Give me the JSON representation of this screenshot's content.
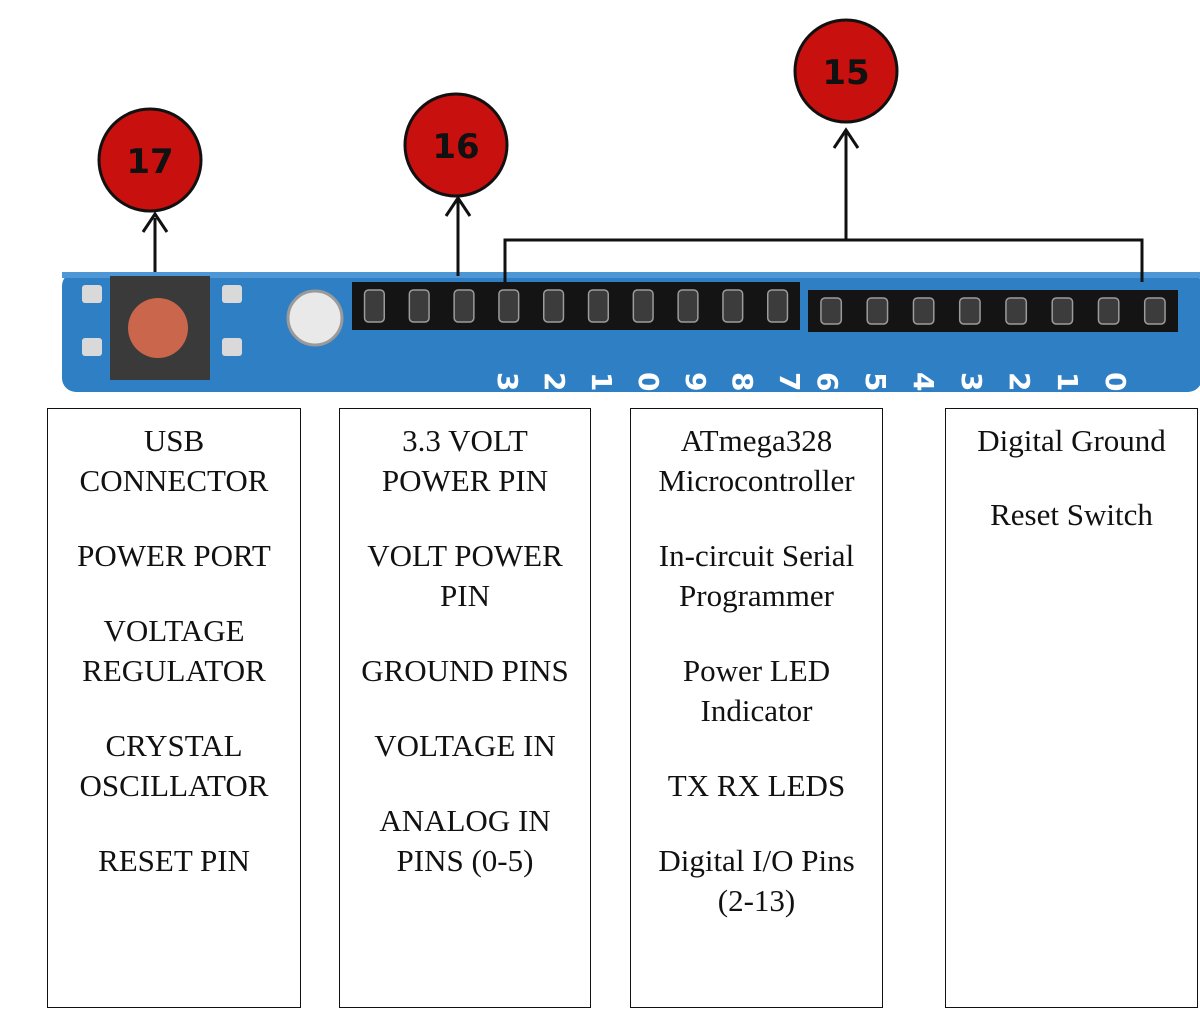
{
  "markers": [
    {
      "id": "17",
      "label": "17"
    },
    {
      "id": "16",
      "label": "16"
    },
    {
      "id": "15",
      "label": "15"
    }
  ],
  "colors": {
    "marker_fill": "#c8100e",
    "board_blue": "#2f7fc4",
    "header_black": "#141414",
    "reset_button": "#c9664c"
  },
  "board": {
    "pin_labels": [
      "3",
      "2",
      "1",
      "0",
      "9",
      "8",
      "7",
      "6",
      "5",
      "4",
      "3",
      "2",
      "1",
      "0"
    ]
  },
  "columns": [
    {
      "items": [
        "USB CONNECTOR",
        "POWER PORT",
        "VOLTAGE REGULATOR",
        "CRYSTAL OSCILLATOR",
        "RESET PIN"
      ]
    },
    {
      "items": [
        "3.3 VOLT POWER PIN",
        "VOLT POWER PIN",
        "GROUND PINS",
        "VOLTAGE IN",
        "ANALOG IN PINS (0-5)"
      ]
    },
    {
      "items": [
        "ATmega328 Microcontroller",
        "In-circuit Serial Programmer",
        "Power LED Indicator",
        "TX RX LEDS",
        "Digital I/O Pins (2-13)"
      ]
    },
    {
      "items": [
        "Digital Ground",
        "Reset Switch"
      ]
    }
  ]
}
